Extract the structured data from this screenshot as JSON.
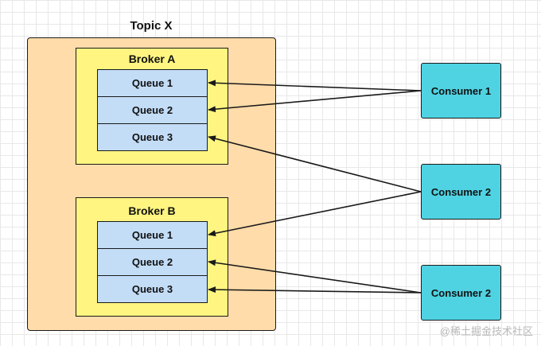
{
  "topic": {
    "label": "Topic X"
  },
  "brokers": [
    {
      "label": "Broker A",
      "queues": [
        "Queue 1",
        "Queue 2",
        "Queue 3"
      ]
    },
    {
      "label": "Broker B",
      "queues": [
        "Queue 1",
        "Queue 2",
        "Queue 3"
      ]
    }
  ],
  "consumers": [
    "Consumer 1",
    "Consumer 2",
    "Consumer 2"
  ],
  "watermark": "@稀土掘金技术社区",
  "colors": {
    "topic_fill": "#ffdcaa",
    "broker_fill": "#fff580",
    "queue_fill": "#c3ddf7",
    "consumer_fill": "#4fd3e3",
    "line": "#1a1a1a"
  }
}
